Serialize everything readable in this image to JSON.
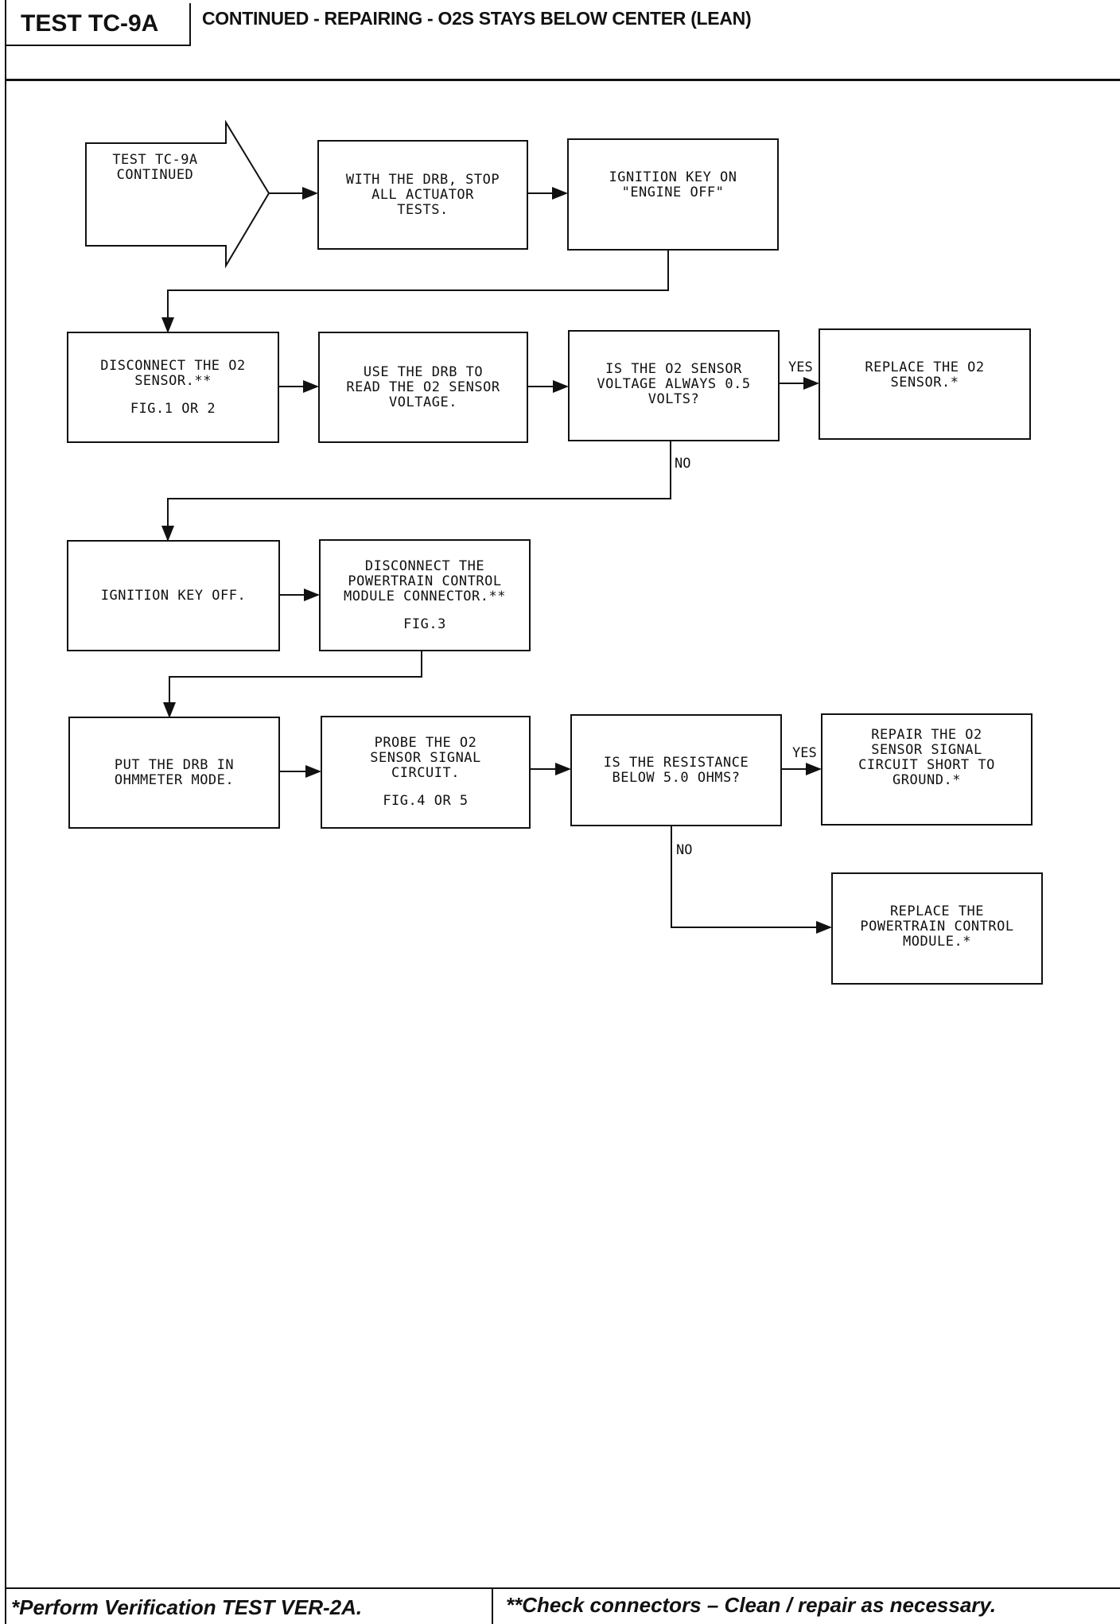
{
  "header": {
    "test_id": "TEST TC-9A",
    "title": "CONTINUED - REPAIRING - O2S STAYS BELOW CENTER (LEAN)"
  },
  "boxes": {
    "start": "TEST TC-9A\nCONTINUED",
    "stop_tests": "WITH THE DRB, STOP\nALL ACTUATOR\nTESTS.",
    "key_on": "IGNITION KEY ON\n\"ENGINE OFF\"",
    "disconnect_o2": "DISCONNECT THE O2\nSENSOR.**",
    "disconnect_o2_fig": "FIG.1 OR 2",
    "read_voltage": "USE THE DRB TO\nREAD THE O2 SENSOR\nVOLTAGE.",
    "voltage_question": "IS THE O2 SENSOR\nVOLTAGE ALWAYS 0.5\nVOLTS?",
    "replace_sensor": "REPLACE THE O2\nSENSOR.*",
    "key_off": "IGNITION KEY OFF.",
    "disconnect_pcm": "DISCONNECT THE\nPOWERTRAIN CONTROL\nMODULE CONNECTOR.**",
    "disconnect_pcm_fig": "FIG.3",
    "ohmmeter": "PUT THE DRB IN\nOHMMETER MODE.",
    "probe": "PROBE THE O2\nSENSOR SIGNAL\nCIRCUIT.",
    "probe_fig": "FIG.4 OR 5",
    "resistance_question": "IS THE RESISTANCE\nBELOW 5.0 OHMS?",
    "repair_short": "REPAIR THE O2\nSENSOR SIGNAL\nCIRCUIT SHORT TO\nGROUND.*",
    "replace_pcm": "REPLACE THE\nPOWERTRAIN CONTROL\nMODULE.*"
  },
  "labels": {
    "yes": "YES",
    "no": "NO"
  },
  "footer": {
    "left": "*Perform Verification TEST VER-2A.",
    "right": "**Check connectors – Clean / repair as necessary."
  }
}
